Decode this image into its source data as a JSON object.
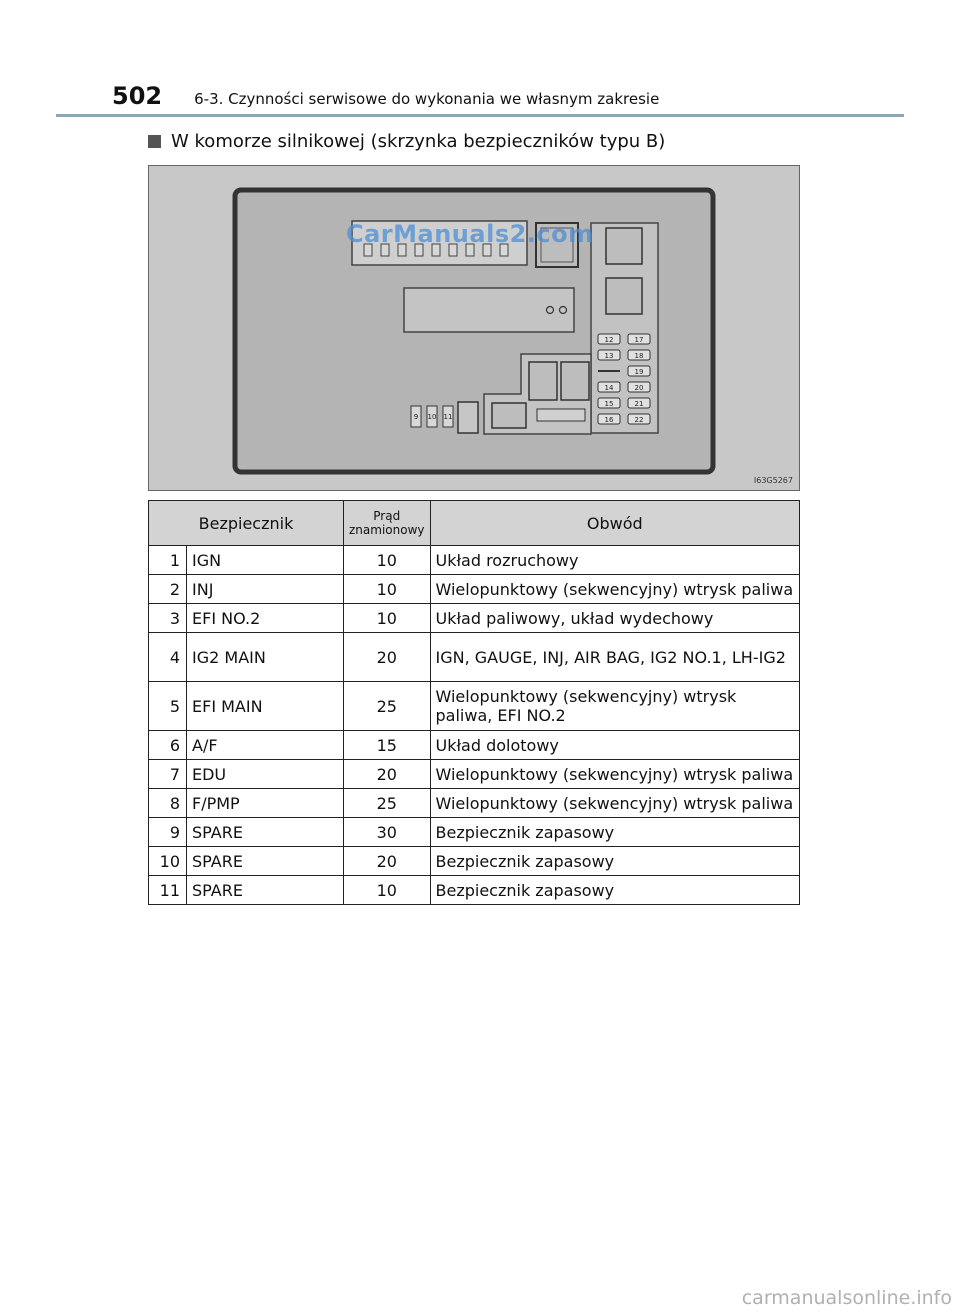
{
  "header": {
    "page_number": "502",
    "title": "6-3. Czynności serwisowe do wykonania we własnym zakresie"
  },
  "section": {
    "title": "W komorze silnikowej (skrzynka bezpieczników typu B)"
  },
  "figure": {
    "watermark": "CarManuals2.com",
    "code": "I63G5267",
    "labels": {
      "l12": "12",
      "l13": "13",
      "l14": "14",
      "l15": "15",
      "l16": "16",
      "l17": "17",
      "l18": "18",
      "l19": "19",
      "l20": "20",
      "l21": "21",
      "l22": "22",
      "l9": "9",
      "l10": "10",
      "l11": "11"
    }
  },
  "table": {
    "headers": {
      "fuse": "Bezpiecznik",
      "current_line1": "Prąd",
      "current_line2": "znamionowy",
      "circuit": "Obwód"
    },
    "rows": [
      {
        "num": "1",
        "name": "IGN",
        "amp": "10",
        "circuit": "Układ rozruchowy"
      },
      {
        "num": "2",
        "name": "INJ",
        "amp": "10",
        "circuit": "Wielopunktowy (sekwencyjny) wtrysk paliwa"
      },
      {
        "num": "3",
        "name": "EFI NO.2",
        "amp": "10",
        "circuit": "Układ paliwowy, układ wydechowy"
      },
      {
        "num": "4",
        "name": "IG2 MAIN",
        "amp": "20",
        "circuit": "IGN, GAUGE, INJ, AIR BAG, IG2 NO.1, LH-IG2"
      },
      {
        "num": "5",
        "name": "EFI MAIN",
        "amp": "25",
        "circuit": "Wielopunktowy (sekwencyjny) wtrysk paliwa, EFI NO.2"
      },
      {
        "num": "6",
        "name": "A/F",
        "amp": "15",
        "circuit": "Układ dolotowy"
      },
      {
        "num": "7",
        "name": "EDU",
        "amp": "20",
        "circuit": "Wielopunktowy (sekwencyjny) wtrysk paliwa"
      },
      {
        "num": "8",
        "name": "F/PMP",
        "amp": "25",
        "circuit": "Wielopunktowy (sekwencyjny) wtrysk paliwa"
      },
      {
        "num": "9",
        "name": "SPARE",
        "amp": "30",
        "circuit": "Bezpiecznik zapasowy"
      },
      {
        "num": "10",
        "name": "SPARE",
        "amp": "20",
        "circuit": "Bezpiecznik zapasowy"
      },
      {
        "num": "11",
        "name": "SPARE",
        "amp": "10",
        "circuit": "Bezpiecznik zapasowy"
      }
    ]
  },
  "site_watermark": "carmanualsonline.info"
}
